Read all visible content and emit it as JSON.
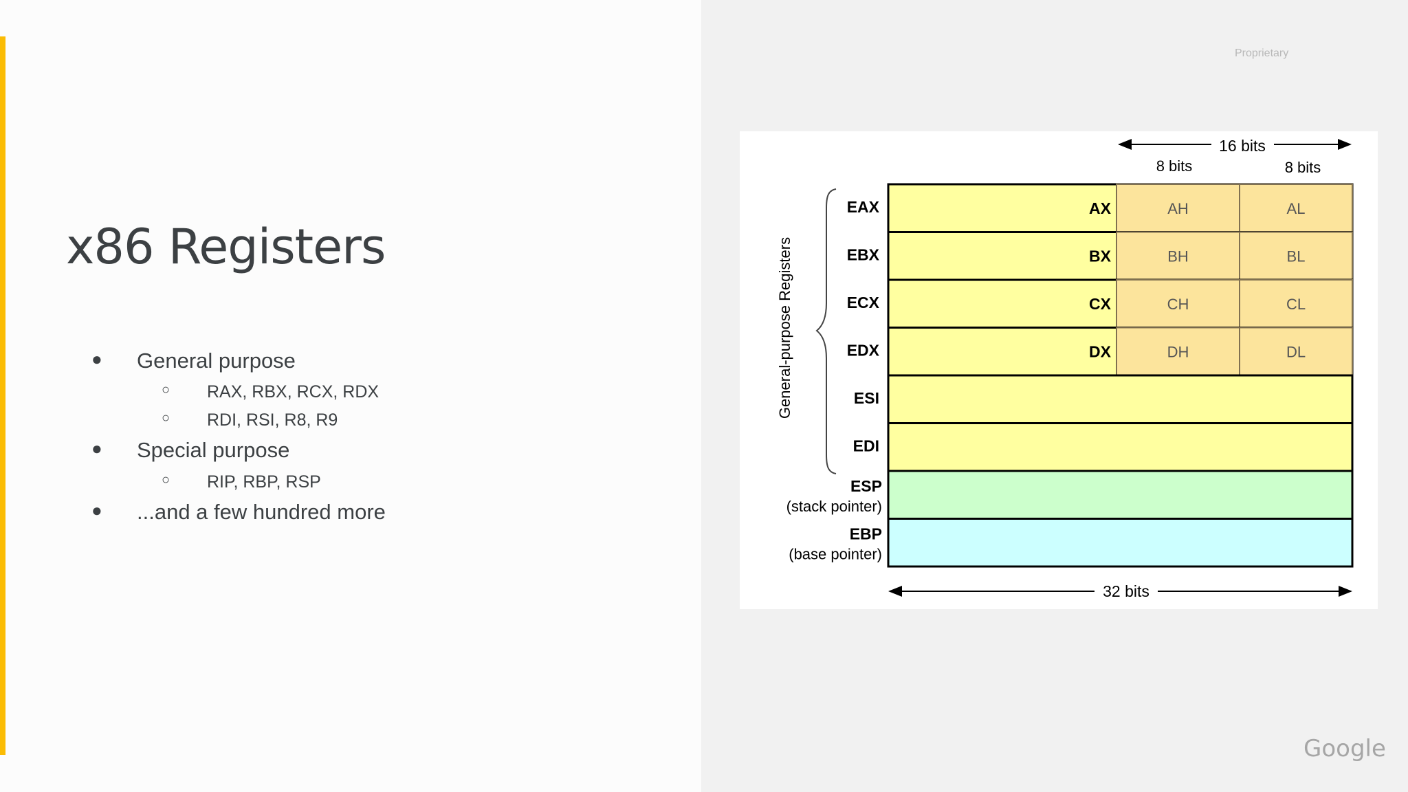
{
  "slide": {
    "title": "x86 Registers",
    "proprietary_label": "Proprietary",
    "logo_text": "Google",
    "accent_color": "#fbbc04"
  },
  "bullets": [
    {
      "text": "General purpose",
      "children": [
        "RAX, RBX, RCX, RDX",
        "RDI, RSI, R8, R9"
      ]
    },
    {
      "text": "Special purpose",
      "children": [
        "RIP, RBP, RSP"
      ]
    },
    {
      "text": "...and a few hundred more",
      "children": []
    }
  ],
  "bullet_symbols": {
    "level1": "●",
    "level2": "○"
  },
  "diagram": {
    "general_purpose_label": "General-purpose Registers",
    "width_16_label": "16 bits",
    "width_8_high_label": "8 bits",
    "width_8_low_label": "8 bits",
    "width_32_label": "32 bits",
    "registers": [
      {
        "name": "EAX",
        "part16": "AX",
        "high8": "AH",
        "low8": "AL"
      },
      {
        "name": "EBX",
        "part16": "BX",
        "high8": "BH",
        "low8": "BL"
      },
      {
        "name": "ECX",
        "part16": "CX",
        "high8": "CH",
        "low8": "CL"
      },
      {
        "name": "EDX",
        "part16": "DX",
        "high8": "DH",
        "low8": "DL"
      },
      {
        "name": "ESI"
      },
      {
        "name": "EDI"
      },
      {
        "name": "ESP",
        "subtitle": "(stack pointer)"
      },
      {
        "name": "EBP",
        "subtitle": "(base pointer)"
      }
    ],
    "colors": {
      "general": "#ffffa0",
      "byte_halves": "#fce49c",
      "stack_pointer": "#ccffcc",
      "base_pointer": "#ccffff",
      "border": "#000000",
      "byte_divider": "#807050"
    }
  }
}
